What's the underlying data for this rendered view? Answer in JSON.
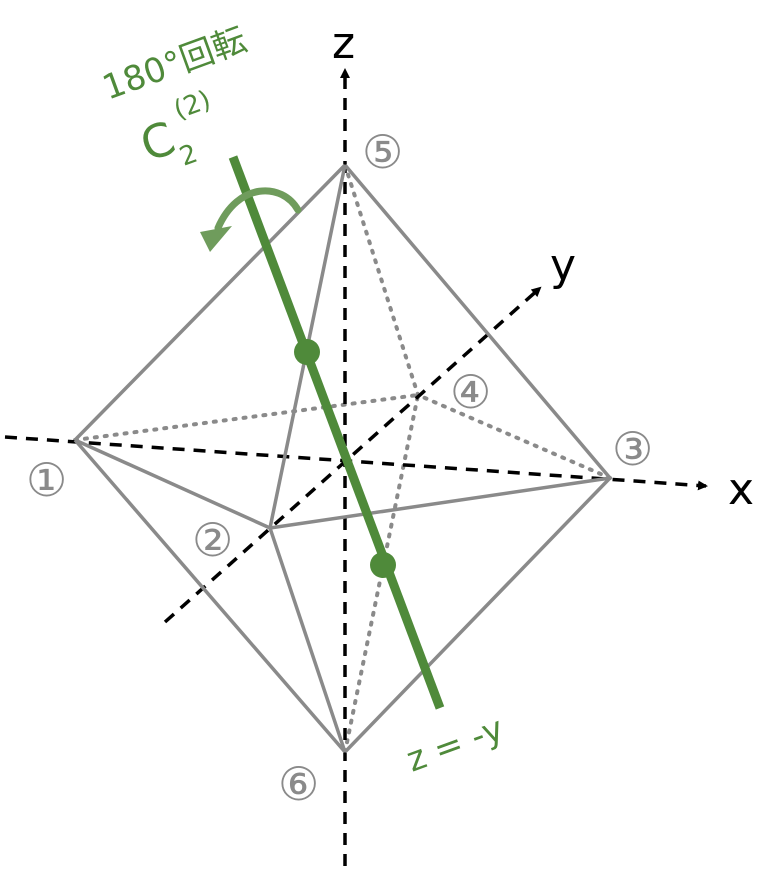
{
  "axes": {
    "x": "x",
    "y": "y",
    "z": "z"
  },
  "vertices": [
    "①",
    "②",
    "③",
    "④",
    "⑤",
    "⑥"
  ],
  "rotation": {
    "label": "180°回転",
    "symbol_base": "C",
    "symbol_sub": "2",
    "symbol_sup": "(2)",
    "axis_equation": "z = -y"
  },
  "colors": {
    "edges": "#8a8a8a",
    "axes": "#000000",
    "rotation_axis": "#4f8a3a",
    "rotation_arrow": "#6f9c5c"
  }
}
